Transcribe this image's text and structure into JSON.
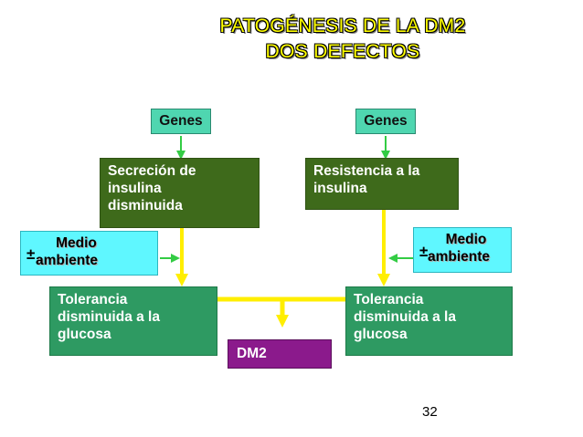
{
  "title": {
    "line1": "PATOGÉNESIS DE LA DM2",
    "line2": "DOS DEFECTOS"
  },
  "left": {
    "genes": "Genes",
    "defect": [
      "Secreción de",
      "insulina",
      "disminuida"
    ],
    "environment": {
      "medio": "Medio",
      "symbol": "±",
      "ambiente": "ambiente"
    },
    "tolerance": [
      "Tolerancia",
      "disminuida a la",
      "glucosa"
    ]
  },
  "right": {
    "genes": "Genes",
    "defect": [
      "Resistencia a la",
      "insulina"
    ],
    "environment": {
      "medio": "Medio",
      "symbol": "±",
      "ambiente": "ambiente"
    },
    "tolerance": [
      "Tolerancia",
      "disminuida a la",
      "glucosa"
    ]
  },
  "outcome": "DM2",
  "page_number": "32",
  "colors": {
    "title": "#ffff00",
    "genes_box": "#4fd6b0",
    "defect_box": "#3e6a1b",
    "tolerance_box": "#2e9a62",
    "environment_box": "#5ff7ff",
    "outcome_box": "#8b1a8c",
    "arrow_green": "#33cc44",
    "arrow_yellow": "#ffee00"
  }
}
